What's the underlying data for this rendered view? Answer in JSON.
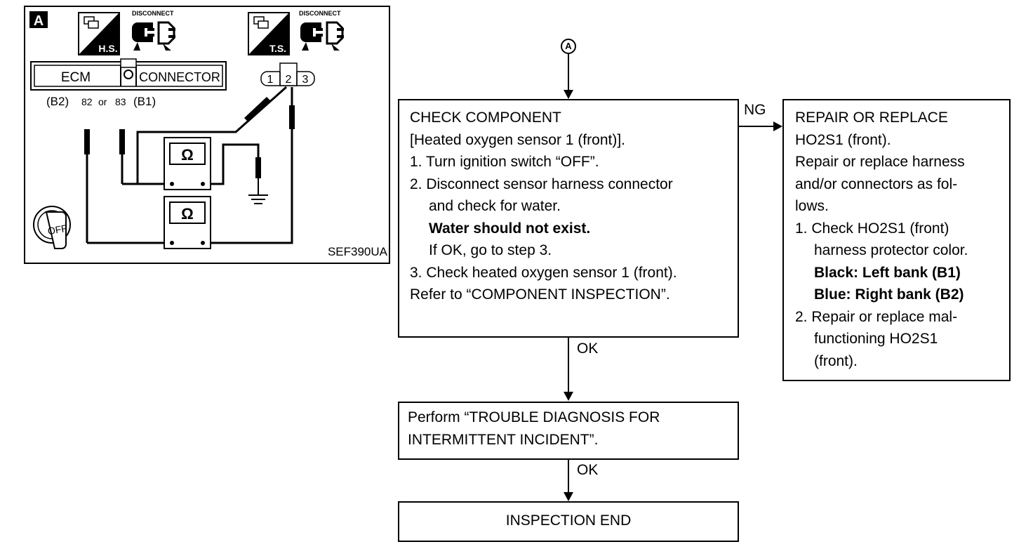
{
  "figure": {
    "panel_letter": "A",
    "hs_icon_text": "H.S.",
    "ts_icon_text": "T.S.",
    "disconnect_label_1": "DISCONNECT",
    "disconnect_label_2": "DISCONNECT",
    "ecm_label": "ECM",
    "connector_label": "CONNECTOR",
    "terminal_text_b2": "(B2)",
    "terminal_text_82": "82",
    "terminal_text_or": "or",
    "terminal_text_83": "83",
    "terminal_text_b1": "(B1)",
    "pin_1": "1",
    "pin_2": "2",
    "pin_3": "3",
    "ohm_symbol": "Ω",
    "ignition_text": "OFF",
    "figure_code": "SEF390UA"
  },
  "flowchart": {
    "start_connector": "A",
    "check_component": {
      "lines": [
        {
          "text": "CHECK COMPONENT",
          "bold": false
        },
        {
          "text": "[Heated oxygen sensor 1 (front)].",
          "bold": false
        },
        {
          "text": "1. Turn ignition switch “OFF”.",
          "bold": false
        },
        {
          "text": "2. Disconnect sensor harness connector",
          "bold": false
        },
        {
          "text": "and check for water.",
          "bold": false,
          "indent": true
        },
        {
          "text": "Water should not exist.",
          "bold": true,
          "indent": true
        },
        {
          "text": "If OK, go to step 3.",
          "bold": false,
          "indent": true
        },
        {
          "text": "3. Check heated oxygen sensor 1 (front).",
          "bold": false
        },
        {
          "text": "Refer to “COMPONENT INSPECTION”.",
          "bold": false
        }
      ]
    },
    "ng_label": "NG",
    "repair_box": {
      "lines": [
        {
          "text": "REPAIR OR REPLACE",
          "bold": false
        },
        {
          "text": "HO2S1 (front).",
          "bold": false
        },
        {
          "text": "Repair or replace harness",
          "bold": false
        },
        {
          "text": "and/or connectors as fol-",
          "bold": false
        },
        {
          "text": "lows.",
          "bold": false
        },
        {
          "text": "1. Check HO2S1 (front)",
          "bold": false,
          "indent": "small"
        },
        {
          "text": "harness protector color.",
          "bold": false,
          "indent": "large"
        },
        {
          "text": "Black: Left bank (B1)",
          "bold": true,
          "indent": "large"
        },
        {
          "text": "Blue: Right bank (B2)",
          "bold": true,
          "indent": "large"
        },
        {
          "text": "2. Repair or replace mal-",
          "bold": false
        },
        {
          "text": "functioning HO2S1",
          "bold": false,
          "indent": "large"
        },
        {
          "text": "(front).",
          "bold": false,
          "indent": "large"
        }
      ]
    },
    "ok_label_1": "OK",
    "trouble_box": {
      "lines": [
        {
          "text": "Perform “TROUBLE DIAGNOSIS FOR",
          "bold": false
        },
        {
          "text": "INTERMITTENT INCIDENT”.",
          "bold": false
        }
      ]
    },
    "ok_label_2": "OK",
    "end_box": {
      "text": "INSPECTION END"
    }
  }
}
